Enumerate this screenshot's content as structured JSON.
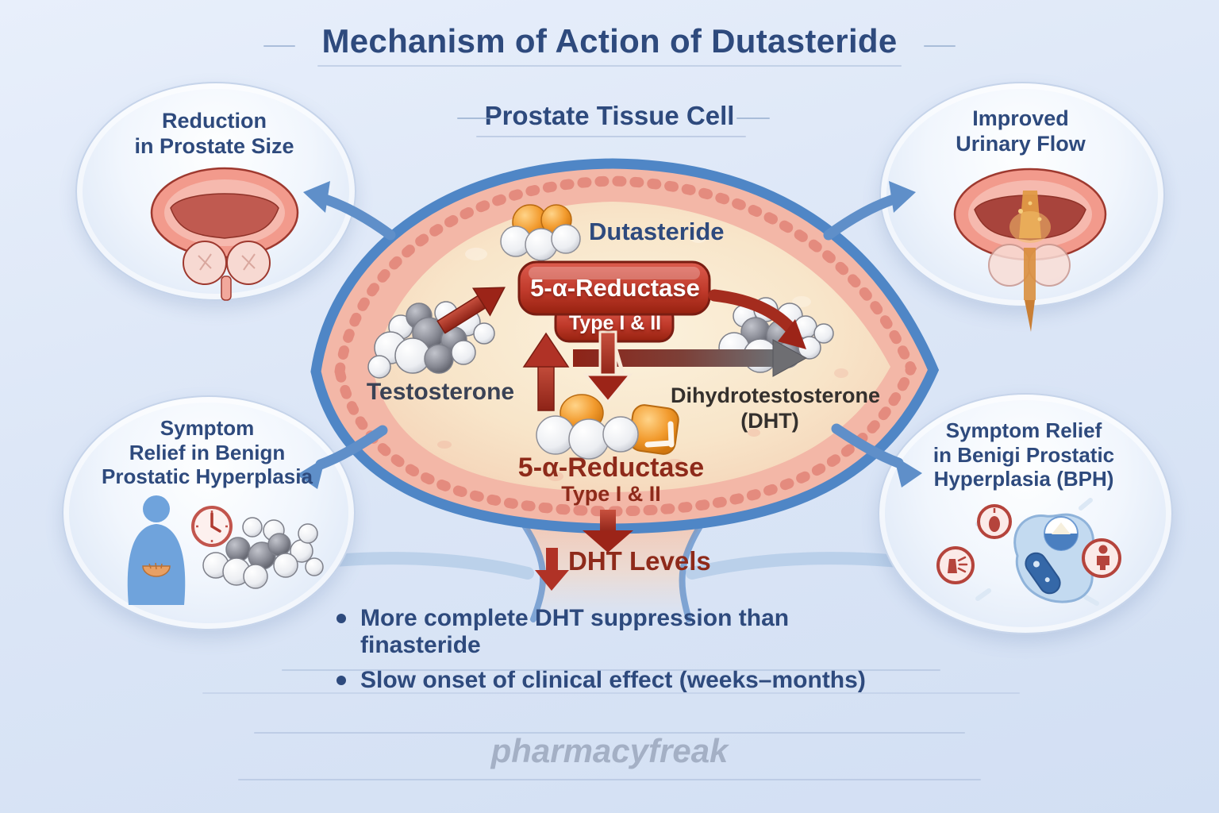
{
  "title": "Mechanism of Action of Dutasteride",
  "subtitle": "Prostate Tissue Cell",
  "bubbles": {
    "top_left": {
      "label": "Reduction\nin Prostate Size",
      "illustration": "prostate-cross-section"
    },
    "top_right": {
      "label": "Improved\nUrinary Flow",
      "illustration": "bladder-urine-flow"
    },
    "bottom_left": {
      "label": "Symptom\nRelief in Benign\nProstatic Hyperplasia",
      "illustration": "patient-clock-molecule"
    },
    "bottom_right": {
      "label": "Symptom Relief\nin Benigi Prostatic\nHyperplasia (BPH)",
      "illustration": "device-symptom-icons"
    }
  },
  "cell": {
    "dutasteride_label": "Dutasteride",
    "enzyme_badge": {
      "line1": "5-α-Reductase",
      "line2": "Type I & II"
    },
    "testosterone_label": "Testosterone",
    "dht_label": "Dihydrotestosterone\n(DHT)",
    "enzyme_lower": {
      "line1": "5-α-Reductase",
      "line2": "Type I & II"
    },
    "dht_levels_label": "DHT Levels"
  },
  "bullets": [
    "More complete DHT suppression than finasteride",
    "Slow onset of clinical effect (weeks–months)"
  ],
  "watermark": "pharmacyfreak",
  "icons": {
    "down_arrow": "red-down-arrow-icon",
    "blocked_conversion": "break-slash-icon",
    "inhibitor": "inhibitor-bar-icon",
    "clock": "clock-icon",
    "gauge": "gauge-icon",
    "spray": "spray-icon",
    "person": "person-icon"
  },
  "colors": {
    "background": "#dde7f7",
    "navy_text": "#2e4a7d",
    "badge_red": "#b4372a",
    "dark_red_text": "#8e2a1a",
    "membrane_pink": "#f3b7a7",
    "cell_interior": "#f9ecd8",
    "cell_outline_blue": "#4f86c6",
    "connector_blue": "#5f8fc9",
    "watermark_gray": "#98a4ba"
  }
}
